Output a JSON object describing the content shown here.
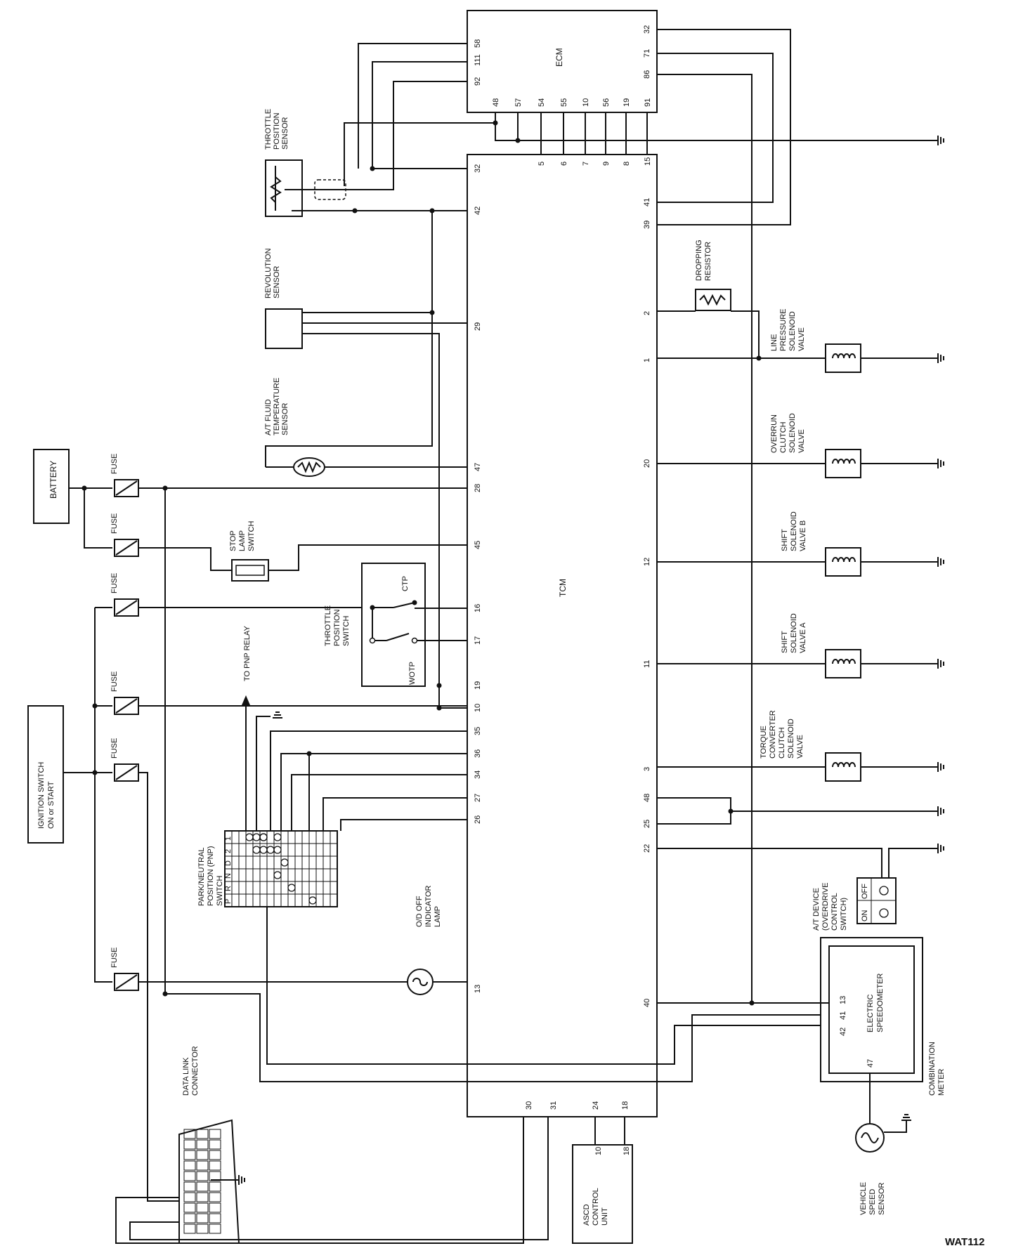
{
  "code": "WAT112",
  "modules": {
    "ecm": "ECM",
    "tcm": "TCM",
    "battery": "BATTERY",
    "ignition": [
      "IGNITION SWITCH",
      "ON or START"
    ],
    "ascd": [
      "ASCD",
      "CONTROL",
      "UNIT"
    ],
    "combo_meter": [
      "COMBINATION",
      "METER"
    ],
    "speedometer": [
      "ELECTRIC",
      "SPEEDOMETER"
    ],
    "data_link": [
      "DATA LINK",
      "CONNECTOR"
    ],
    "pnp": [
      "PARK/NEUTRAL",
      "POSITION (PNP)",
      "SWITCH"
    ]
  },
  "components": {
    "tps_sensor": [
      "THROTTLE",
      "POSITION",
      "SENSOR"
    ],
    "rev_sensor": [
      "REVOLUTION",
      "SENSOR"
    ],
    "fluid_temp": [
      "A/T FLUID",
      "TEMPERATURE",
      "SENSOR"
    ],
    "stop_lamp": [
      "STOP",
      "LAMP",
      "SWITCH"
    ],
    "tp_switch": [
      "THROTTLE",
      "POSITION",
      "SWITCH"
    ],
    "ctp": "CTP",
    "wotp": "WOTP",
    "pnp_relay": "TO PNP RELAY",
    "od_lamp": [
      "O/D OFF",
      "INDICATOR",
      "LAMP"
    ],
    "dropping_resistor": [
      "DROPPING",
      "RESISTOR"
    ],
    "lp_solenoid": [
      "LINE",
      "PRESSURE",
      "SOLENOID",
      "VALVE"
    ],
    "overrun_solenoid": [
      "OVERRUN",
      "CLUTCH",
      "SOLENOID",
      "VALVE"
    ],
    "shift_b": [
      "SHIFT",
      "SOLENOID",
      "VALVE B"
    ],
    "shift_a": [
      "SHIFT",
      "SOLENOID",
      "VALVE A"
    ],
    "tcc_solenoid": [
      "TORQUE",
      "CONVERTER",
      "CLUTCH",
      "SOLENOID",
      "VALVE"
    ],
    "at_device": [
      "A/T DEVICE",
      "(OVERDRIVE",
      "CONTROL",
      "SWITCH)"
    ],
    "vss": [
      "VEHICLE",
      "SPEED",
      "SENSOR"
    ],
    "fuse": "FUSE",
    "switch_states": [
      "OFF",
      "ON"
    ],
    "pnp_positions": [
      "P",
      "R",
      "N",
      "D",
      "2",
      "1"
    ]
  },
  "ecm_pins": {
    "left": [
      "58",
      "111",
      "92"
    ],
    "bottom": [
      "48",
      "57",
      "54",
      "55",
      "10",
      "56",
      "19",
      "91"
    ],
    "right": [
      "32",
      "71",
      "86"
    ]
  },
  "tcm_pins": {
    "left": [
      "32",
      "42",
      "29",
      "47",
      "28",
      "45",
      "16",
      "17",
      "19",
      "10",
      "35",
      "36",
      "34",
      "27",
      "26",
      "13"
    ],
    "top": [
      "5",
      "6",
      "7",
      "9",
      "8",
      "15"
    ],
    "right": [
      "41",
      "39",
      "2",
      "1",
      "20",
      "12",
      "11",
      "3",
      "48",
      "25",
      "22",
      "40"
    ],
    "bottom": [
      "30",
      "31",
      "24",
      "18"
    ]
  },
  "ascd_pins": [
    "10",
    "18"
  ],
  "speedo_pins": [
    "13",
    "41",
    "42",
    "47"
  ]
}
